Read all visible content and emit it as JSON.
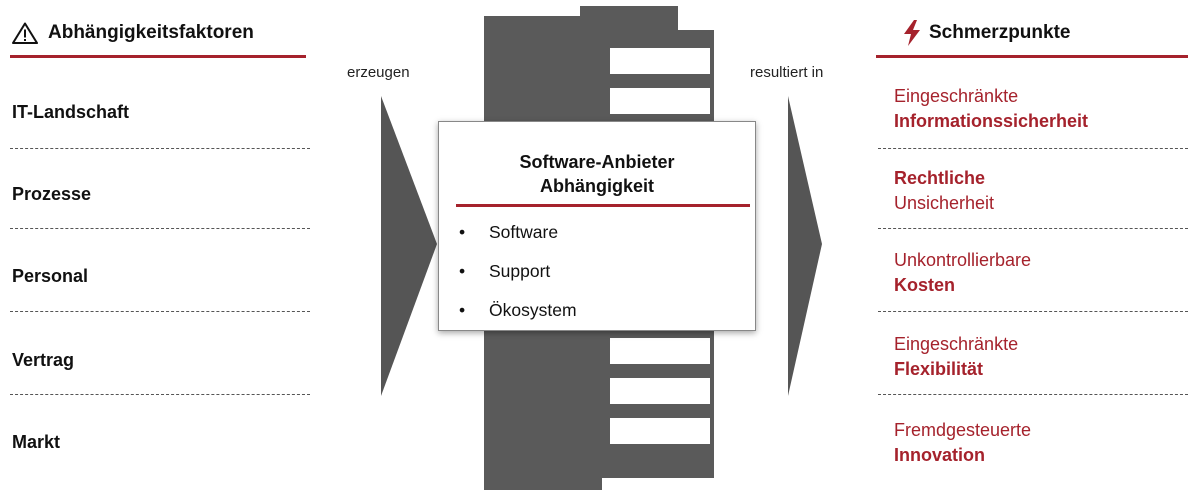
{
  "left": {
    "title": "Abhängigkeitsfaktoren",
    "factors": [
      "IT-Landschaft",
      "Prozesse",
      "Personal",
      "Vertrag",
      "Markt"
    ]
  },
  "arrows": {
    "left_label": "erzeugen",
    "right_label": "resultiert in"
  },
  "center": {
    "title_line1": "Software-Anbieter",
    "title_line2": "Abhängigkeit",
    "items": [
      "Software",
      "Support",
      "Ökosystem"
    ]
  },
  "right": {
    "title": "Schmerzpunkte",
    "pains": [
      {
        "line1": "Eingeschränkte",
        "line2": "Informationssicherheit",
        "bold_line": 2
      },
      {
        "line1": "Rechtliche",
        "line2": "Unsicherheit",
        "bold_line": 1
      },
      {
        "line1": "Unkontrollierbare",
        "line2": "Kosten",
        "bold_line": 2
      },
      {
        "line1": "Eingeschränkte",
        "line2": "Flexibilität",
        "bold_line": 2
      },
      {
        "line1": "Fremdgesteuerte",
        "line2": "Innovation",
        "bold_line": 2
      }
    ]
  },
  "colors": {
    "accent": "#a5222c",
    "building": "#5a5a5a",
    "arrow": "#555555"
  },
  "icons": {
    "left_title_icon": "warning-icon",
    "right_title_icon": "lightning-icon"
  }
}
